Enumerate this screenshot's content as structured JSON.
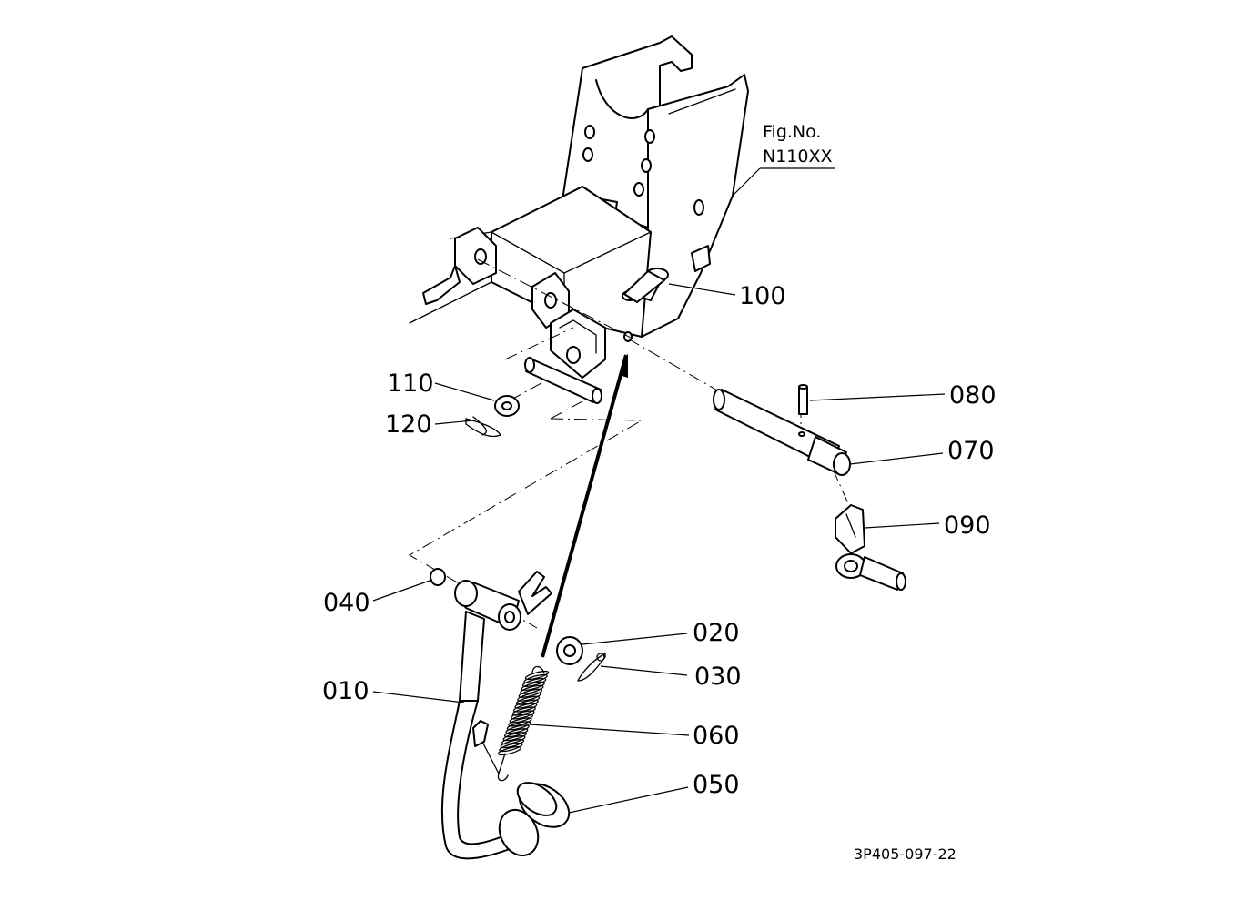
{
  "figure": {
    "fig_label": "Fig.No.",
    "fig_number": "N110XX",
    "drawing_code": "3P405-097-22"
  },
  "callouts": [
    {
      "id": "100",
      "text": "100"
    },
    {
      "id": "110",
      "text": "110"
    },
    {
      "id": "120",
      "text": "120"
    },
    {
      "id": "080",
      "text": "080"
    },
    {
      "id": "070",
      "text": "070"
    },
    {
      "id": "090",
      "text": "090"
    },
    {
      "id": "040",
      "text": "040"
    },
    {
      "id": "020",
      "text": "020"
    },
    {
      "id": "030",
      "text": "030"
    },
    {
      "id": "010",
      "text": "010"
    },
    {
      "id": "060",
      "text": "060"
    },
    {
      "id": "050",
      "text": "050"
    }
  ]
}
